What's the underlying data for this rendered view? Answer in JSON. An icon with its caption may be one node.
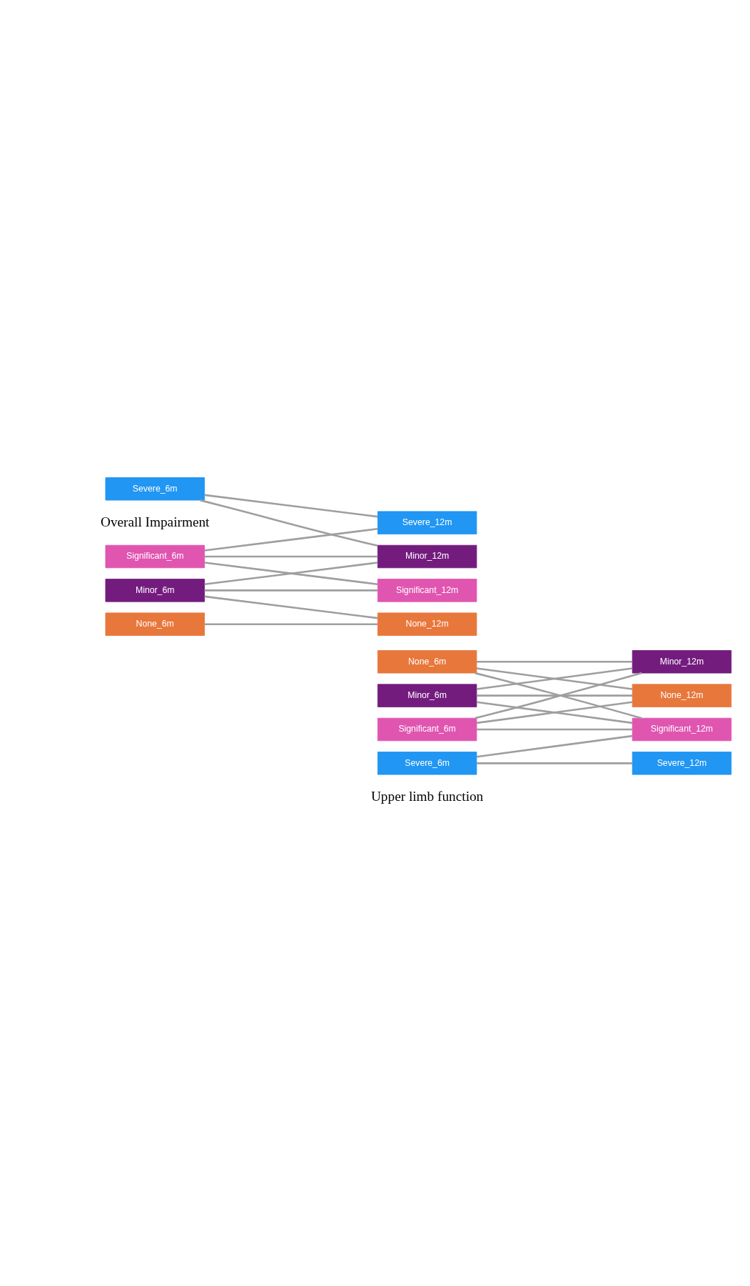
{
  "diagram": {
    "nodes": [
      {
        "text": [
          "Severe_6m"
        ]
      },
      {
        "text": [
          "Significant_6m"
        ]
      },
      {
        "text": [
          "Minor_6m"
        ]
      },
      {
        "text": [
          "None_6m"
        ]
      },
      {
        "text": [
          "Severe_12m"
        ]
      },
      {
        "text": [
          "Significant_12m"
        ]
      },
      {
        "text": [
          "Minor_12m"
        ]
      },
      {
        "text": [
          "None_12m"
        ]
      },
      {
        "text": [
          "Severe_6m"
        ]
      },
      {
        "text": [
          "Significant_6m"
        ]
      },
      {
        "text": [
          "Minor_6m"
        ]
      },
      {
        "text": [
          "None_6m"
        ]
      },
      {
        "text": [
          "Severe_12m"
        ]
      },
      {
        "text": [
          "Significant_12m"
        ]
      },
      {
        "text": [
          "Minor_12m"
        ]
      },
      {
        "text": [
          "None_12m"
        ]
      }
    ],
    "edges": [
      {
        "from": 0,
        "to": 4,
        "arrow": "none"
      },
      {
        "from": 0,
        "to": 6,
        "arrow": "none"
      },
      {
        "from": 1,
        "to": 6,
        "arrow": "none"
      },
      {
        "from": 1,
        "to": 4,
        "arrow": "none"
      },
      {
        "from": 1,
        "to": 5,
        "arrow": "none"
      },
      {
        "from": 2,
        "to": 6,
        "arrow": "none"
      },
      {
        "from": 2,
        "to": 7,
        "arrow": "none"
      },
      {
        "from": 2,
        "to": 5,
        "arrow": "none"
      },
      {
        "from": 3,
        "to": 7,
        "arrow": "none"
      },
      {
        "from": 8,
        "to": 13,
        "arrow": "none"
      },
      {
        "from": 8,
        "to": 12,
        "arrow": "none"
      },
      {
        "from": 9,
        "to": 13,
        "arrow": "none"
      },
      {
        "from": 9,
        "to": 14,
        "arrow": "none"
      },
      {
        "from": 9,
        "to": 15,
        "arrow": "none"
      },
      {
        "from": 10,
        "to": 13,
        "arrow": "none"
      },
      {
        "from": 10,
        "to": 14,
        "arrow": "none"
      },
      {
        "from": 10,
        "to": 15,
        "arrow": "none"
      },
      {
        "from": 11,
        "to": 13,
        "arrow": "none"
      },
      {
        "from": 11,
        "to": 14,
        "arrow": "none"
      },
      {
        "from": 11,
        "to": 15,
        "arrow": "none"
      }
    ],
    "labels": [
      "Overall Impairment",
      "Upper limb function"
    ]
  }
}
